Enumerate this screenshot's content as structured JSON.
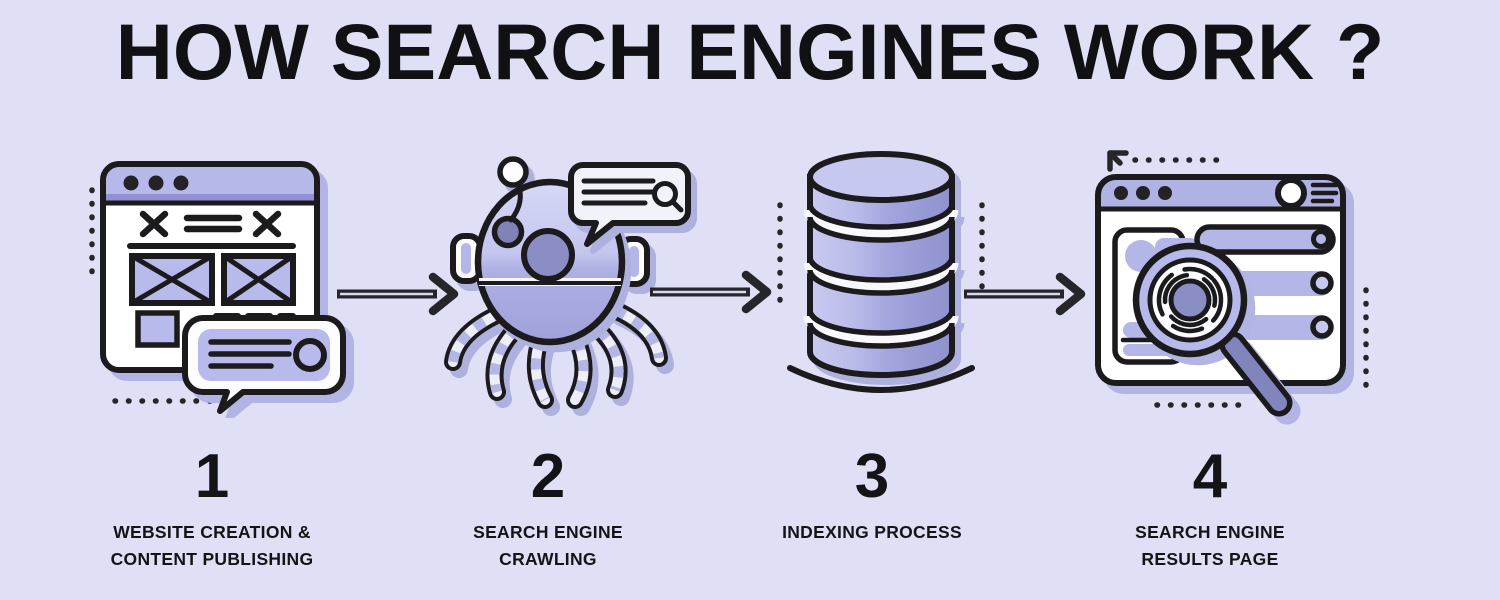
{
  "title": "HOW SEARCH ENGINES WORK ?",
  "steps": [
    {
      "number": "1",
      "label": "WEBSITE CREATION &\nCONTENT PUBLISHING",
      "icon": "browser-window-with-speech-bubble"
    },
    {
      "number": "2",
      "label": "SEARCH ENGINE\nCRAWLING",
      "icon": "crawler-spider-bot-with-search-bubble"
    },
    {
      "number": "3",
      "label": "INDEXING PROCESS",
      "icon": "database-cylinder"
    },
    {
      "number": "4",
      "label": "SEARCH ENGINE\nRESULTS PAGE",
      "icon": "results-page-with-magnifier"
    }
  ],
  "colors": {
    "background": "#dfe0f6",
    "outline": "#1b1b1e",
    "lavender": "#b4b6e8",
    "lavender_light": "#c9cbf1",
    "purple_dark": "#8b8dc5",
    "shadow": "#b2b4e3",
    "text": "#111114"
  }
}
